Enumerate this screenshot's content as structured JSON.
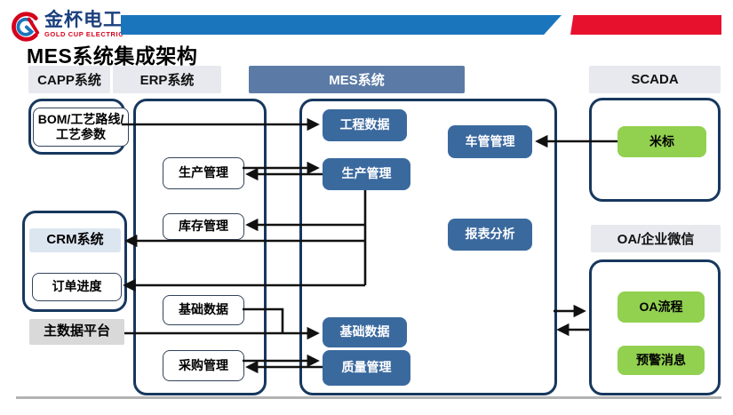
{
  "header": {
    "brand_cn": "金杯电工",
    "brand_en": "GOLD CUP ELECTRIC",
    "title": "MES系统集成架构"
  },
  "groups": {
    "capp": {
      "label": "CAPP系统"
    },
    "erp": {
      "label": "ERP系统"
    },
    "mes": {
      "label": "MES系统"
    },
    "scada": {
      "label": "SCADA"
    },
    "oa": {
      "label": "OA/企业微信"
    }
  },
  "nodes": {
    "bom": "BOM/工艺路线/工艺参数",
    "crm": "CRM系统",
    "order_progress": "订单进度",
    "master_data_platform": "主数据平台",
    "erp_production": "生产管理",
    "erp_inventory": "库存管理",
    "erp_basic_data": "基础数据",
    "erp_purchase": "采购管理",
    "mes_engineering": "工程数据",
    "mes_production": "生产管理",
    "mes_vehicle": "车管管理",
    "mes_report": "报表分析",
    "mes_basic_data": "基础数据",
    "mes_quality": "质量管理",
    "scada_meter": "米标",
    "oa_flow": "OA流程",
    "oa_alert": "预警消息"
  },
  "colors": {
    "banner_blue": "#1B75BC",
    "banner_red": "#E8112D",
    "brand_navy": "#1B3F7E",
    "brand_red": "#D6001C",
    "container_border_navy": "#17375E",
    "mes_header_slate": "#5B7BA6",
    "node_steel_blue": "#3A699E",
    "node_green": "#92D050",
    "node_light_blue": "#DCE6F1",
    "node_gray": "#D9D9D9",
    "group_header_gray": "#E7E9EE",
    "arrow_black": "#111111"
  }
}
